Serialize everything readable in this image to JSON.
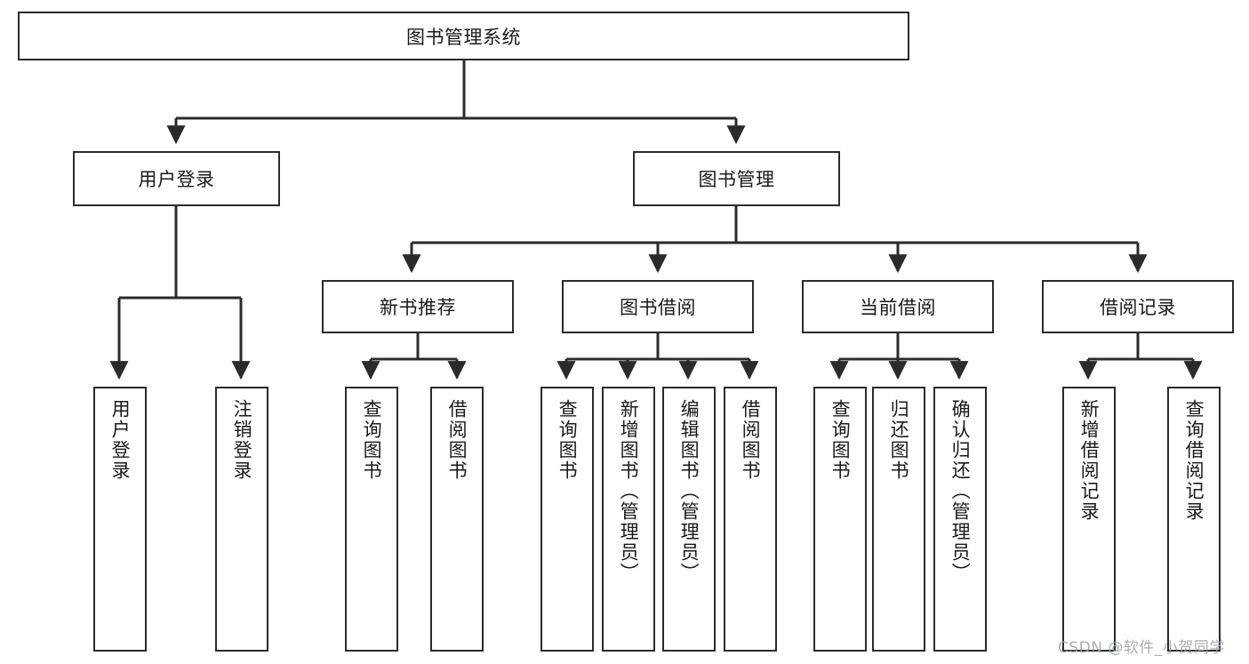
{
  "diagram": {
    "title": "图书管理系统",
    "type": "tree-hierarchy-chart",
    "stroke_color": "#2b2b2b",
    "fill_color": "#ffffff",
    "text_color": "#1a1a1a"
  },
  "root": {
    "label": "图书管理系统"
  },
  "level2": [
    {
      "label": "用户登录"
    },
    {
      "label": "图书管理"
    }
  ],
  "level3": [
    {
      "label": "新书推荐"
    },
    {
      "label": "图书借阅"
    },
    {
      "label": "当前借阅"
    },
    {
      "label": "借阅记录"
    }
  ],
  "leaves": {
    "user_login": [
      {
        "label": "用户登录"
      },
      {
        "label": "注销登录"
      }
    ],
    "new_book": [
      {
        "label": "查询图书"
      },
      {
        "label": "借阅图书"
      }
    ],
    "book_borrow": [
      {
        "label": "查询图书"
      },
      {
        "label": "新增图书（管理员）"
      },
      {
        "label": "编辑图书（管理员）"
      },
      {
        "label": "借阅图书"
      }
    ],
    "current_borrow": [
      {
        "label": "查询图书"
      },
      {
        "label": "归还图书"
      },
      {
        "label": "确认归还（管理员）"
      }
    ],
    "borrow_record": [
      {
        "label": "新增借阅记录"
      },
      {
        "label": "查询借阅记录"
      }
    ]
  },
  "watermark": {
    "text": "CSDN @软件_小贺同学"
  }
}
